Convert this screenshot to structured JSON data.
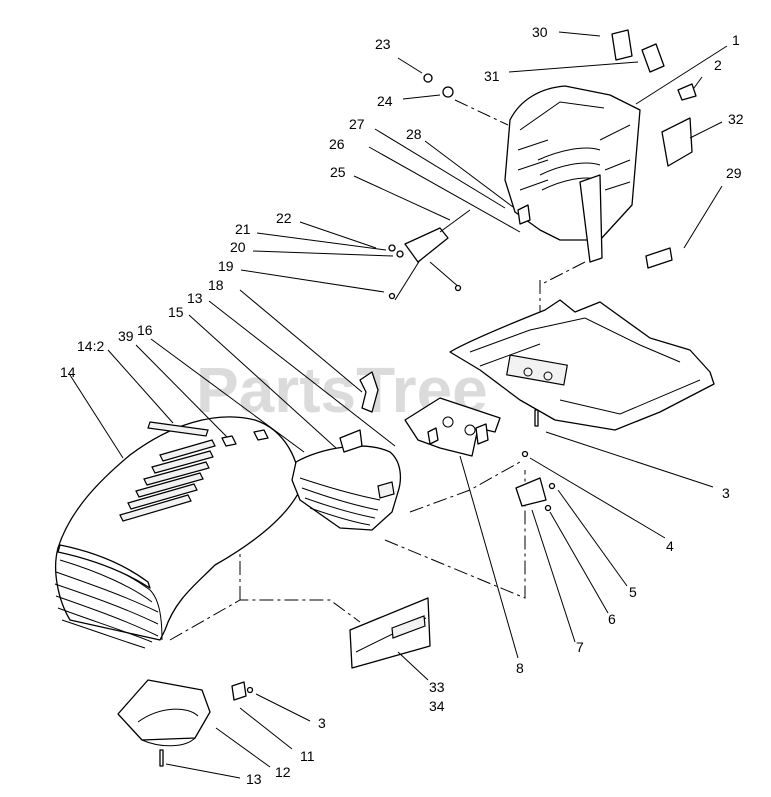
{
  "watermark": {
    "text": "PartsTree",
    "mark": "™"
  },
  "callouts": [
    {
      "id": "1",
      "text": "1"
    },
    {
      "id": "2",
      "text": "2"
    },
    {
      "id": "3a",
      "text": "3"
    },
    {
      "id": "3b",
      "text": "3"
    },
    {
      "id": "4",
      "text": "4"
    },
    {
      "id": "5",
      "text": "5"
    },
    {
      "id": "6",
      "text": "6"
    },
    {
      "id": "7",
      "text": "7"
    },
    {
      "id": "8",
      "text": "8"
    },
    {
      "id": "11",
      "text": "11"
    },
    {
      "id": "12",
      "text": "12"
    },
    {
      "id": "13a",
      "text": "13"
    },
    {
      "id": "13b",
      "text": "13"
    },
    {
      "id": "14",
      "text": "14"
    },
    {
      "id": "14_2",
      "text": "14:2"
    },
    {
      "id": "15",
      "text": "15"
    },
    {
      "id": "16",
      "text": "16"
    },
    {
      "id": "18",
      "text": "18"
    },
    {
      "id": "19",
      "text": "19"
    },
    {
      "id": "20",
      "text": "20"
    },
    {
      "id": "21",
      "text": "21"
    },
    {
      "id": "22",
      "text": "22"
    },
    {
      "id": "23",
      "text": "23"
    },
    {
      "id": "24",
      "text": "24"
    },
    {
      "id": "25",
      "text": "25"
    },
    {
      "id": "26",
      "text": "26"
    },
    {
      "id": "27",
      "text": "27"
    },
    {
      "id": "28",
      "text": "28"
    },
    {
      "id": "29",
      "text": "29"
    },
    {
      "id": "30",
      "text": "30"
    },
    {
      "id": "31",
      "text": "31"
    },
    {
      "id": "32",
      "text": "32"
    },
    {
      "id": "33",
      "text": "33"
    },
    {
      "id": "34",
      "text": "34"
    },
    {
      "id": "39",
      "text": "39"
    }
  ]
}
